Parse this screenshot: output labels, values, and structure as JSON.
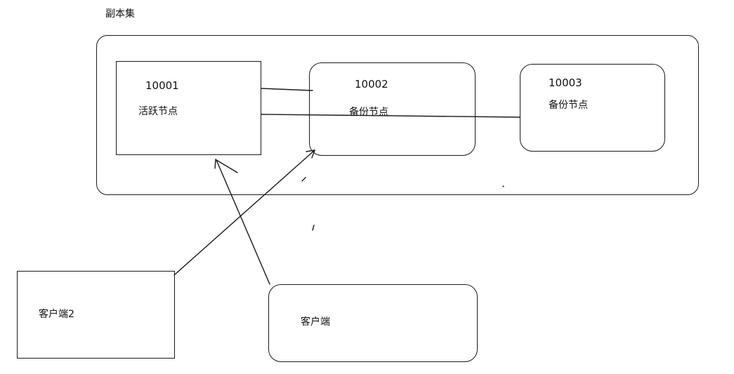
{
  "replica_set": {
    "label": "副本集"
  },
  "nodes": [
    {
      "port": "10001",
      "role": "活跃节点"
    },
    {
      "port": "10002",
      "role": "备份节点"
    },
    {
      "port": "10003",
      "role": "备份节点"
    }
  ],
  "clients": [
    {
      "label": "客户端2"
    },
    {
      "label": "客户端"
    }
  ],
  "colors": {
    "stroke": "#1a1a1a",
    "background": "#ffffff"
  }
}
